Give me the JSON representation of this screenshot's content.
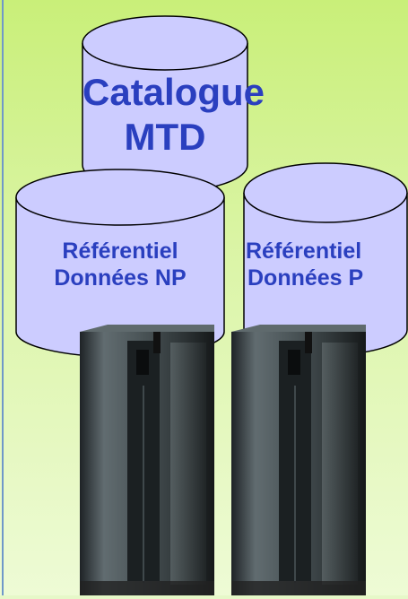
{
  "catalogue": {
    "line1": "Catalogue",
    "line2": "MTD"
  },
  "ref_np": {
    "line1": "Référentiel",
    "line2": "Données NP"
  },
  "ref_p": {
    "line1": "Référentiel",
    "line2": "Données P"
  },
  "colors": {
    "cylinder_fill": "#ccccff",
    "cylinder_stroke": "#000000",
    "text": "#2a3fbf",
    "background_top": "#c9ef79",
    "background_bottom": "#eefbd6"
  },
  "images": [
    "server-rack-image",
    "server-rack-image"
  ]
}
